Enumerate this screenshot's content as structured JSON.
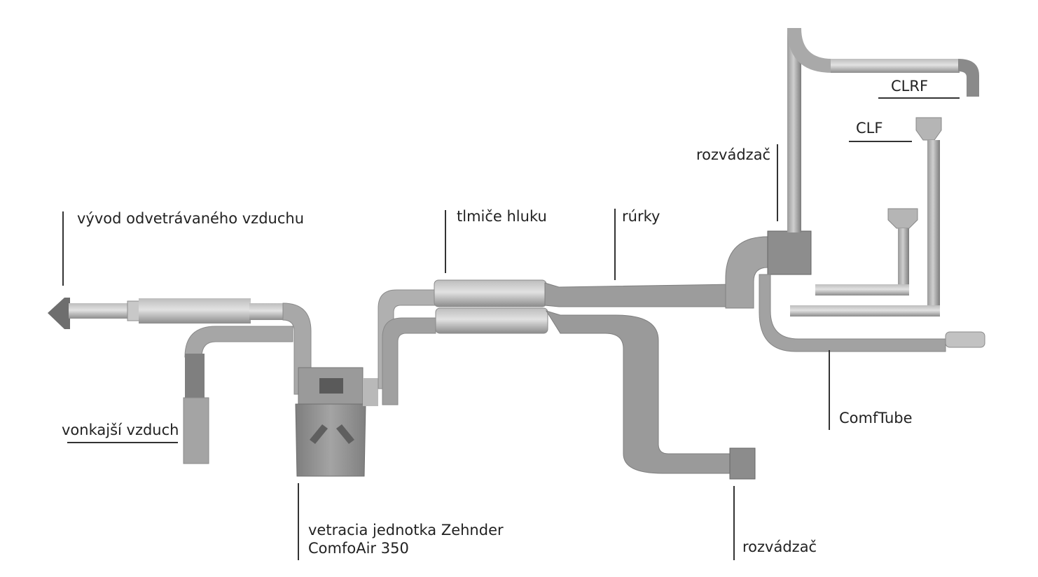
{
  "colors": {
    "background": "#ffffff",
    "pipe": "#a9a9a9",
    "pipe_dark": "#8a8a8a",
    "pipe_light": "#cfcfcf",
    "duct": "#9a9a9a",
    "unit": "#8e8e8e",
    "leader": "#333333",
    "text": "#222222"
  },
  "labels": {
    "exhaust": "vývod odvetrávaného vzduchu",
    "outdoor_air": "vonkajší vzduch",
    "unit_line1": "vetracia jednotka Zehnder",
    "unit_line2": "ComfoAir 350",
    "silencers": "tlmiče hluku",
    "ducts": "rúrky",
    "distributor_top": "rozvádzač",
    "distributor_bottom": "rozvádzač",
    "clrf": "CLRF",
    "clf": "CLF",
    "comftube": "ComfTube"
  }
}
